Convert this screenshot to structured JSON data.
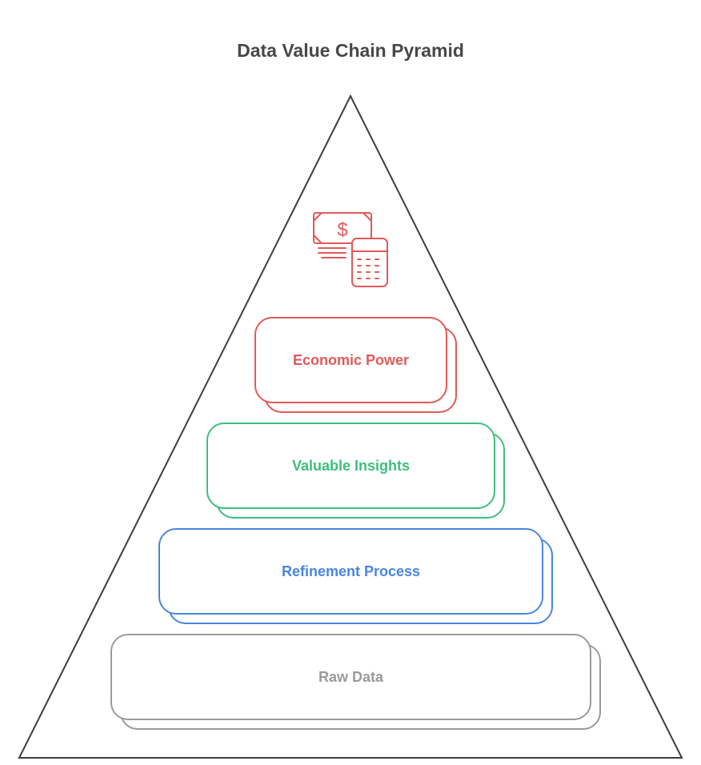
{
  "title": "Data Value Chain Pyramid",
  "pyramid": {
    "outline_color": "#3d3d3d",
    "top_icon": {
      "name": "money-calculator-icon",
      "color": "#e05a58"
    },
    "levels": [
      {
        "label": "Economic Power",
        "color": "#e05a58"
      },
      {
        "label": "Valuable Insights",
        "color": "#3dbf7e"
      },
      {
        "label": "Refinement Process",
        "color": "#4a85e0"
      },
      {
        "label": "Raw Data",
        "color": "#9a9a9a"
      }
    ]
  }
}
